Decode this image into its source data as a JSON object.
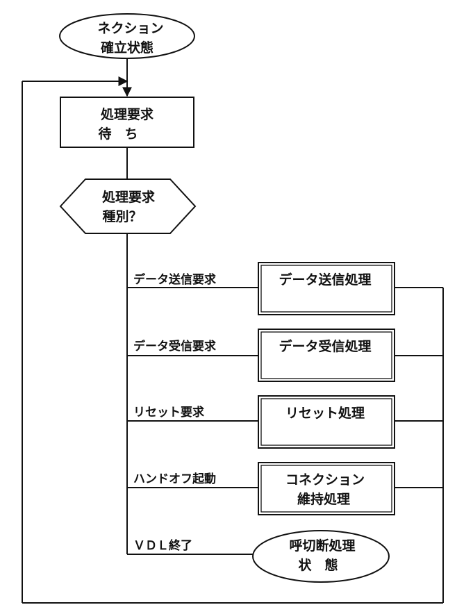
{
  "nodes": {
    "connection_established": {
      "line1": "ネクション",
      "line2": "確立状態"
    },
    "wait_request": {
      "line1": "処理要求",
      "line2": "待　ち"
    },
    "request_type": {
      "line1": "処理要求",
      "line2": "種別？"
    },
    "data_send_process": {
      "line1": "データ送信処理"
    },
    "data_receive_process": {
      "line1": "データ受信処理"
    },
    "reset_process": {
      "line1": "リセット処理"
    },
    "connection_maintain": {
      "line1": "コネクション",
      "line2": "維持処理"
    },
    "call_disconnect": {
      "line1": "呼切断処理",
      "line2": "状　態"
    }
  },
  "branches": {
    "data_send_request": "データ送信要求",
    "data_receive_request": "データ受信要求",
    "reset_request": "リセット要求",
    "handoff_start": "ハンドオフ起動",
    "vdl_end": "ＶＤＬ終了"
  },
  "colors": {
    "line": "#111111",
    "background": "#ffffff"
  }
}
